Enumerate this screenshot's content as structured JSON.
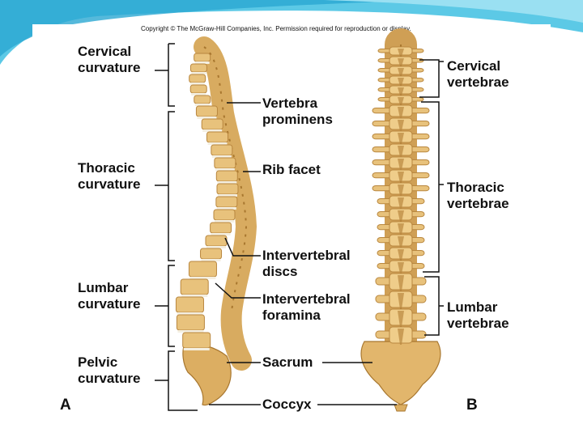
{
  "copyright": "Copyright © The McGraw-Hill Companies, Inc. Permission required for reproduction or display.",
  "panels": {
    "a": "A",
    "b": "B"
  },
  "left_labels": {
    "cervical": [
      "Cervical",
      "curvature"
    ],
    "thoracic": [
      "Thoracic",
      "curvature"
    ],
    "lumbar": [
      "Lumbar",
      "curvature"
    ],
    "pelvic": [
      "Pelvic",
      "curvature"
    ]
  },
  "middle_labels": {
    "vertebra_prominens": [
      "Vertebra",
      "prominens"
    ],
    "rib_facet": [
      "Rib facet"
    ],
    "intervertebral_discs": [
      "Intervertebral",
      "discs"
    ],
    "intervertebral_foramina": [
      "Intervertebral",
      "foramina"
    ],
    "sacrum": [
      "Sacrum"
    ],
    "coccyx": [
      "Coccyx"
    ]
  },
  "right_labels": {
    "cervical": [
      "Cervical",
      "vertebrae"
    ],
    "thoracic": [
      "Thoracic",
      "vertebrae"
    ],
    "lumbar": [
      "Lumbar",
      "vertebrae"
    ]
  },
  "colors": {
    "bone": "#e8c27c",
    "bone_dark": "#b9873f",
    "disc": "#f4efe1",
    "background_accent": "#29b6d9"
  }
}
